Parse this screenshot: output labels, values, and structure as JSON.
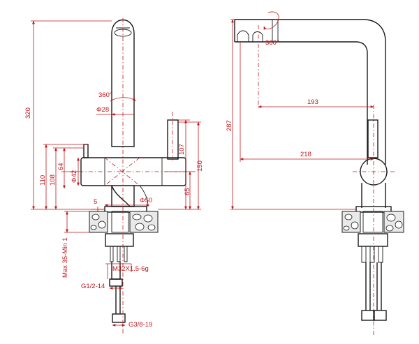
{
  "dimensions": {
    "h320": "320",
    "h110": "110",
    "h108": "108",
    "h64": "64",
    "phi42": "Φ42",
    "phi28": "Φ28",
    "rot360_left": "360°",
    "h107": "107",
    "h150": "150",
    "h65": "65",
    "phi50": "Φ50",
    "d5": "5",
    "max35": "Max 35-Min 1",
    "thread_m32": "M32X1.5-6g",
    "g12": "G1/2-14",
    "g38": "G3/8-19",
    "h287": "287",
    "rot360_right": "360°",
    "w193": "193",
    "w218": "218"
  }
}
